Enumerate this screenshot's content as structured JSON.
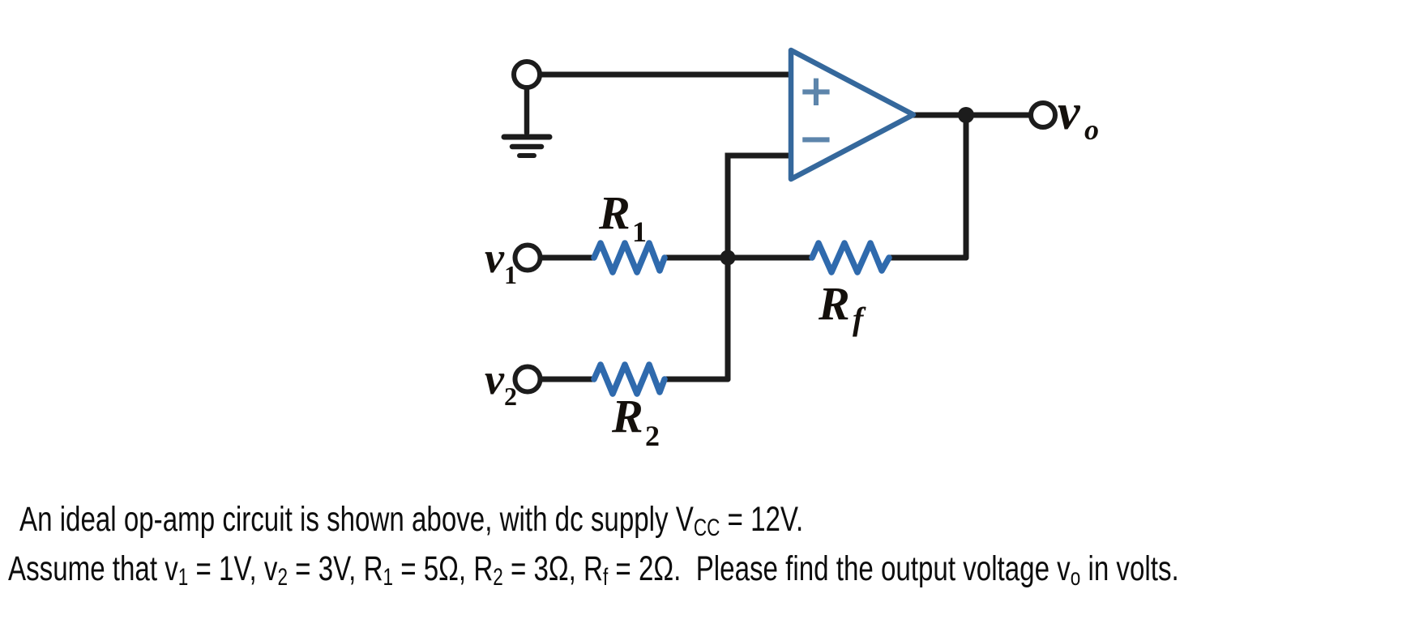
{
  "colors": {
    "background": "#ffffff",
    "wire": "#1c1c1c",
    "component-blue": "#2f6aad",
    "opamp-outline": "#35689c",
    "opamp-symbol": "#5d85ab",
    "label-ink": "#14100c",
    "text-ink": "#0d0d0d"
  },
  "circuit": {
    "opamp": {
      "noninverting_symbol": "+",
      "inverting_symbol": "−"
    },
    "labels": {
      "r1": {
        "base": "R",
        "sub": "1"
      },
      "r2": {
        "base": "R",
        "sub": "2"
      },
      "rf": {
        "base": "R",
        "sub": "f"
      },
      "v1": {
        "base": "v",
        "sub": "1"
      },
      "v2": {
        "base": "v",
        "sub": "2"
      },
      "vo": {
        "base": "v",
        "sub": "o"
      }
    }
  },
  "problem": {
    "line1": [
      {
        "t": "An ideal op-amp circuit is shown above, with dc supply V"
      },
      {
        "t": "CC",
        "sub": true
      },
      {
        "t": " = 12V."
      }
    ],
    "line2": [
      {
        "t": "Assume that v"
      },
      {
        "t": "1",
        "sub": true
      },
      {
        "t": " = 1V, v"
      },
      {
        "t": "2",
        "sub": true
      },
      {
        "t": " = 3V, R"
      },
      {
        "t": "1",
        "sub": true
      },
      {
        "t": " = 5Ω, R"
      },
      {
        "t": "2",
        "sub": true
      },
      {
        "t": " = 3Ω, R"
      },
      {
        "t": "f",
        "sub": true
      },
      {
        "t": " = 2Ω.  Please find the output voltage v"
      },
      {
        "t": "o",
        "sub": true
      },
      {
        "t": " in volts."
      }
    ]
  }
}
